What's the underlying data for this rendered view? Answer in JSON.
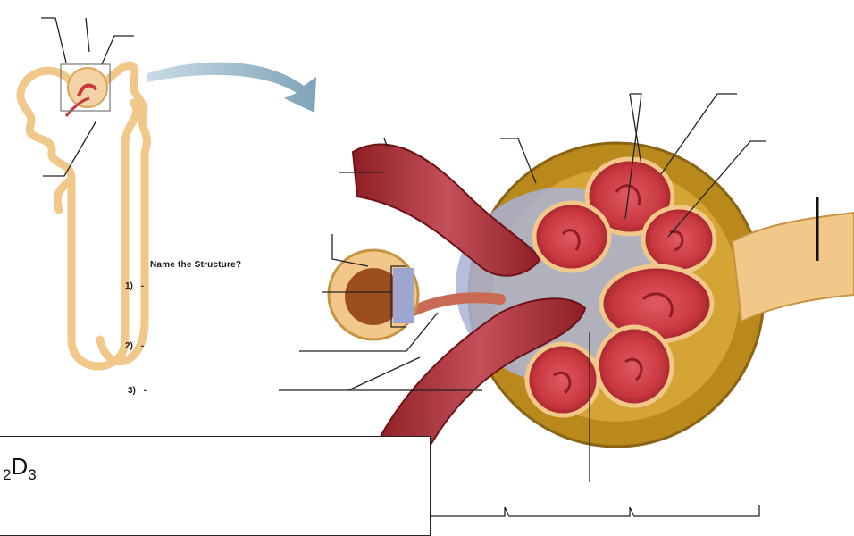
{
  "question": {
    "title": "Name the Structure?",
    "items": [
      {
        "number": "1)",
        "answer": "-"
      },
      {
        "number": "2)",
        "answer": "-"
      },
      {
        "number": "3)",
        "answer": "-"
      }
    ]
  },
  "inset": {
    "formula_prefix": "",
    "formula_sub1": "2",
    "formula_main": "D",
    "formula_sub2": "3"
  },
  "colors": {
    "tubule": "#f1c88a",
    "tubule_outline": "#d9a35d",
    "capsule": "#b9891c",
    "capillary": "#c8363e",
    "capillary_dark": "#8e1e24",
    "arteriole": "#b3414a",
    "mesangial": "#9ea6cf",
    "arrow": "#8fb2c6"
  }
}
